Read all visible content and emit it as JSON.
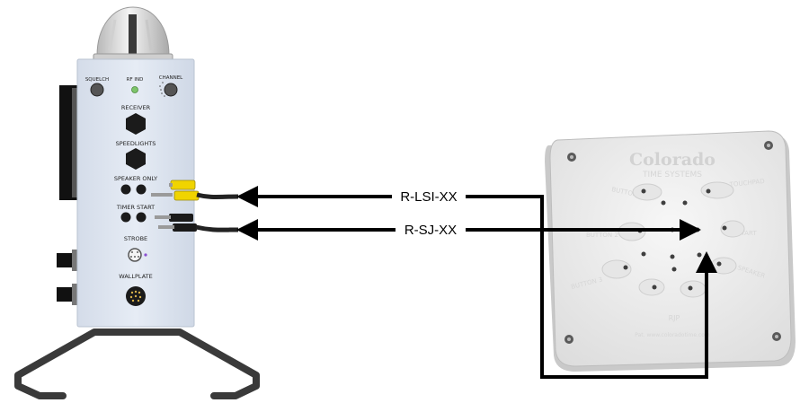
{
  "receiver_unit": {
    "knob_labels": {
      "squelch": "SQUELCH",
      "rf_ind": "RF IND",
      "channel": "CHANNEL"
    },
    "ports": {
      "receiver": "RECEIVER",
      "speedlights": "SPEEDLIGHTS",
      "speaker_only": "SPEAKER ONLY",
      "timer_start": "TIMER START",
      "strobe": "STROBE",
      "wallplate": "WALLPLATE"
    }
  },
  "cables": {
    "upper": {
      "label": "R-LSI-XX",
      "plug_color": "#f0d400"
    },
    "lower": {
      "label": "R-SJ-XX",
      "plug_color": "#1a1a1a"
    }
  },
  "wall_plate": {
    "brand_line1": "Colorado",
    "brand_line2": "TIME SYSTEMS",
    "jack_labels": {
      "button1": "BUTTON 1",
      "touchpad": "TOUCHPAD",
      "button2": "BUTTON 2",
      "start": "START",
      "button3": "BUTTON 3",
      "speaker": "SPEAKER"
    },
    "model": "RJP",
    "footer": "Pat. www.coloradotime.com"
  },
  "colors": {
    "panel": "#dfe6f1",
    "panel_edge": "#b9c3d1",
    "arrow": "#000000",
    "plate": "#eeeeee",
    "led": "#7dc46a"
  }
}
